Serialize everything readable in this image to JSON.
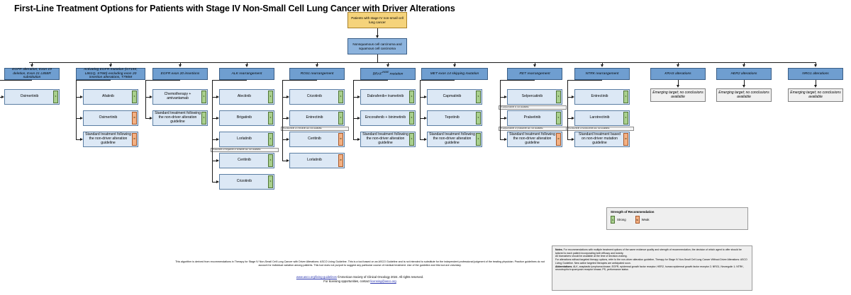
{
  "title": "First-Line Treatment Options for Patients with Stage IV Non-Small Cell Lung Cancer with Driver Alterations",
  "top": {
    "patients": "Patients with stage IV non-small cell lung cancer",
    "histology": "Nonsquamous cell carcinoma and squamous cell carcinoma"
  },
  "columns": [
    {
      "header": "EGFR alteration, Exon 19 deletion, Exon 21 L858R substitution",
      "header_italic_prefix": "EGFR",
      "items": [
        {
          "label": "Osimertinib",
          "strength": "strong"
        }
      ]
    },
    {
      "header": "Activating EGFR mutation (G719X, L861Q, S768I) excluding exon 20 insertion alterations, T790M",
      "items": [
        {
          "label": "Afatinib",
          "strength": "strong"
        },
        {
          "label": "Osimertinib",
          "strength": "weak"
        },
        {
          "label": "Standard treatment following the non-driver alteration guideline",
          "strength": "weak"
        }
      ]
    },
    {
      "header": "EGFR exon 20 insertions",
      "items": [
        {
          "label": "Chemotherapy + amivantamab",
          "strength": "strong"
        },
        {
          "label": "Standard treatment following the non-driver alteration guideline",
          "strength": "strong"
        }
      ]
    },
    {
      "header": "ALK rearrangement",
      "items": [
        {
          "label": "Alectinib",
          "strength": "strong"
        },
        {
          "label": "Brigatinib",
          "strength": "strong"
        },
        {
          "label": "Lorlatinib",
          "strength": "strong"
        },
        {
          "label": "Ceritinib",
          "strength": "strong",
          "condition": "If alectinib or brigatinib or lorlatinib are not available"
        },
        {
          "label": "Crizotinib",
          "strength": "strong"
        }
      ]
    },
    {
      "header": "ROS1 rearrangement",
      "items": [
        {
          "label": "Crizotinib",
          "strength": "strong"
        },
        {
          "label": "Entrectinib",
          "strength": "strong"
        },
        {
          "label": "Ceritinib",
          "strength": "weak",
          "condition": "If entrectinib or crizotinib are not available"
        },
        {
          "label": "Lorlatinib",
          "strength": "weak"
        }
      ]
    },
    {
      "header": "BRAF V600E mutation",
      "header_base": "BRAF",
      "header_sup": "V600E",
      "header_rest": " mutation",
      "items": [
        {
          "label": "Dabrafenib+ trametinib",
          "strength": "strong"
        },
        {
          "label": "Encorafenib + binimetinib",
          "strength": "strong"
        },
        {
          "label": "Standard treatment following the non-driver alteration guideline",
          "strength": "strong"
        }
      ]
    },
    {
      "header": "MET exon 14 skipping mutation",
      "items": [
        {
          "label": "Capmatinib",
          "strength": "strong"
        },
        {
          "label": "Tepotinib",
          "strength": "strong"
        },
        {
          "label": "Standard treatment following the non-driver alteration guideline",
          "strength": "strong"
        }
      ]
    },
    {
      "header": "RET rearrangement",
      "items": [
        {
          "label": "Selpercatinib",
          "strength": "strong"
        },
        {
          "label": "Pralsetinib",
          "strength": "strong",
          "condition": "If selpercatinib is not available"
        },
        {
          "label": "Standard treatment following the non-driver alteration guideline",
          "strength": "weak",
          "condition": "If selpercatinib or pralsetinib are not available"
        }
      ]
    },
    {
      "header": "NTRK rearrangement",
      "items": [
        {
          "label": "Entrectinib",
          "strength": "strong"
        },
        {
          "label": "Larotrectinib",
          "strength": "strong"
        },
        {
          "label": "Standard treatment based on non-driver mutation guideline",
          "strength": "weak",
          "condition": "If entrectinib or larotrectinib are not available"
        }
      ]
    },
    {
      "header": "KRAS alterations",
      "items": [
        {
          "label": "Emerging target; no conclusions available",
          "emerging": true
        }
      ]
    },
    {
      "header": "HER2 alterations",
      "items": [
        {
          "label": "Emerging target; no conclusions available",
          "emerging": true
        }
      ]
    },
    {
      "header": "NRG1 alterations",
      "items": [
        {
          "label": "Emerging target; no conclusions available",
          "emerging": true
        }
      ]
    }
  ],
  "legend": {
    "title": "Strength of Recommendation",
    "strong_label": "Strong",
    "weak_label": "Weak",
    "strong_color": "#a9d08e",
    "weak_color": "#f4b183"
  },
  "notes": {
    "heading": "Notes.",
    "line1": " For recommendations with multiple treatment options of the same evidence quality and strength of recommendation, the decision of which agent to offer should be tailored to each patient incorporating both efficacy and toxicity.",
    "line2": "All biomarkers should be available at the time of decision-making.",
    "line3": "For alterations without targeted therapy options, refer to the non-driver alteration guideline, Therapy for Stage IV Non-Small Cell Lung Cancer Without Driver Alterations: ASCO Living Guideline. New active targeted therapies are anticipated soon.",
    "abbrev_heading": "Abbreviations.",
    "abbrev_body": " ALK, anaplastic lymphoma kinase; EGFR, epidermal growth factor receptor; HER2, human epidermal growth factor receptor 2; NRG1, Neuregulin 1; NTRK, neurotrophic tropomyosin receptor kinase; PS, performance status"
  },
  "footer": {
    "disclaimer": "This algorithm is derived from recommendations in Therapy for Stage IV Non-Small Cell Lung Cancer with Driver Alterations: ASCO Living Guideline. This is a tool based on an ASCO Guideline and is not intended to substitute for the independent professional judgment of the treating physician. Practice guidelines do not account for individual variation among patients. This tool does not purport to suggest any particular course of medical treatment. Use of the guideline and this tool are voluntary.",
    "site_link": "www.asco.org/living-guidelines",
    "copyright": "©American Society of Clinical Oncology 2024.  All rights reserved.",
    "licensing_prefix": "For licensing opportunities, contact ",
    "licensing_email": "licensing@asco.org"
  }
}
